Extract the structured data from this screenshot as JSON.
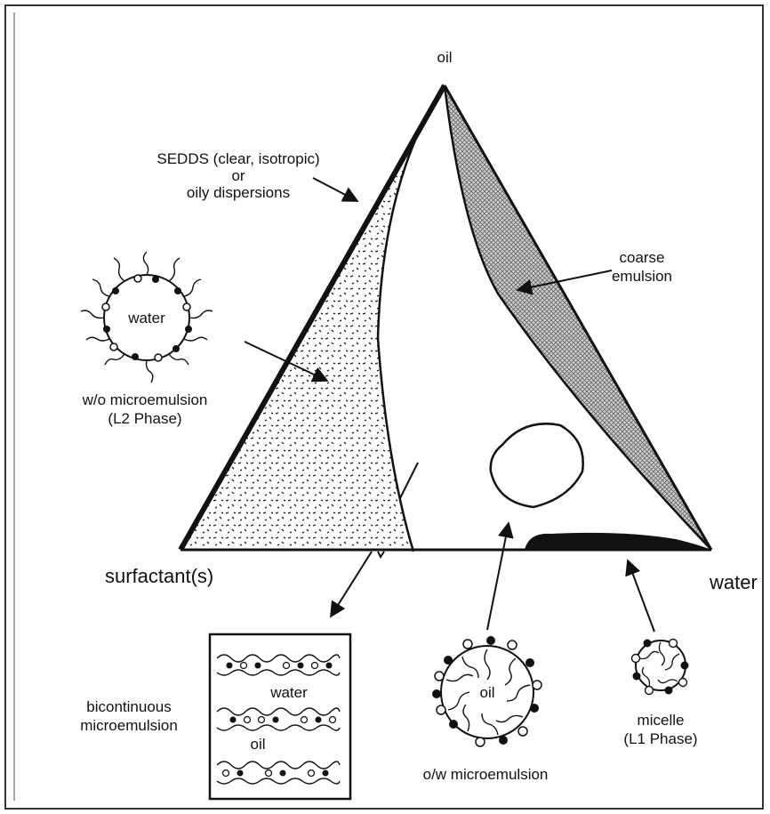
{
  "vertices": {
    "top": "oil",
    "left": "surfactant(s)",
    "right": "water"
  },
  "regions": {
    "sedds": [
      "SEDDS (clear, isotropic)",
      "or",
      "oily dispersions"
    ],
    "coarse": [
      "coarse",
      "emulsion"
    ],
    "wo": [
      "w/o microemulsion",
      "(L2 Phase)"
    ],
    "bicontinuous": [
      "bicontinuous",
      "microemulsion"
    ],
    "ow": "o/w microemulsion",
    "micelle": [
      "micelle",
      "(L1 Phase)"
    ]
  },
  "inset_labels": {
    "wo_core": "water",
    "bic_water": "water",
    "bic_oil": "oil",
    "ow_core": "oil"
  }
}
